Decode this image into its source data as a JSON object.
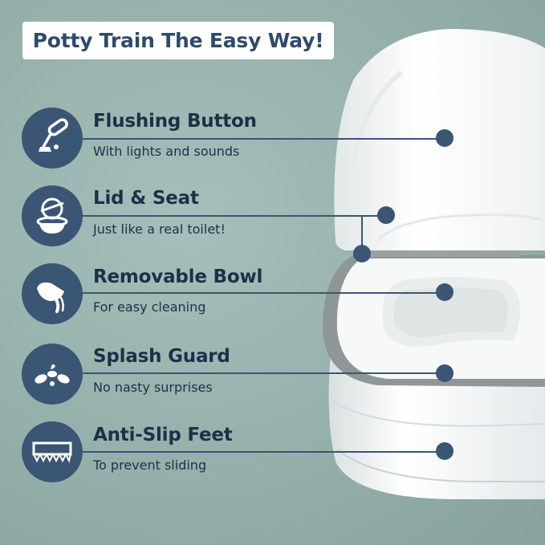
{
  "title": "Potty Train The Easy Way!",
  "colors": {
    "accent": "#3b5575",
    "text": "#1f2f48",
    "background": "#98b2ad"
  },
  "features": [
    {
      "icon": "flush-handle-icon",
      "title": "Flushing Button",
      "subtitle": "With lights and sounds"
    },
    {
      "icon": "lid-seat-icon",
      "title": "Lid & Seat",
      "subtitle": "Just like a real toilet!"
    },
    {
      "icon": "pouring-bowl-icon",
      "title": "Removable Bowl",
      "subtitle": "For easy cleaning"
    },
    {
      "icon": "splash-icon",
      "title": "Splash Guard",
      "subtitle": "No nasty surprises"
    },
    {
      "icon": "anti-slip-feet-icon",
      "title": "Anti-Slip Feet",
      "subtitle": "To prevent sliding"
    }
  ]
}
